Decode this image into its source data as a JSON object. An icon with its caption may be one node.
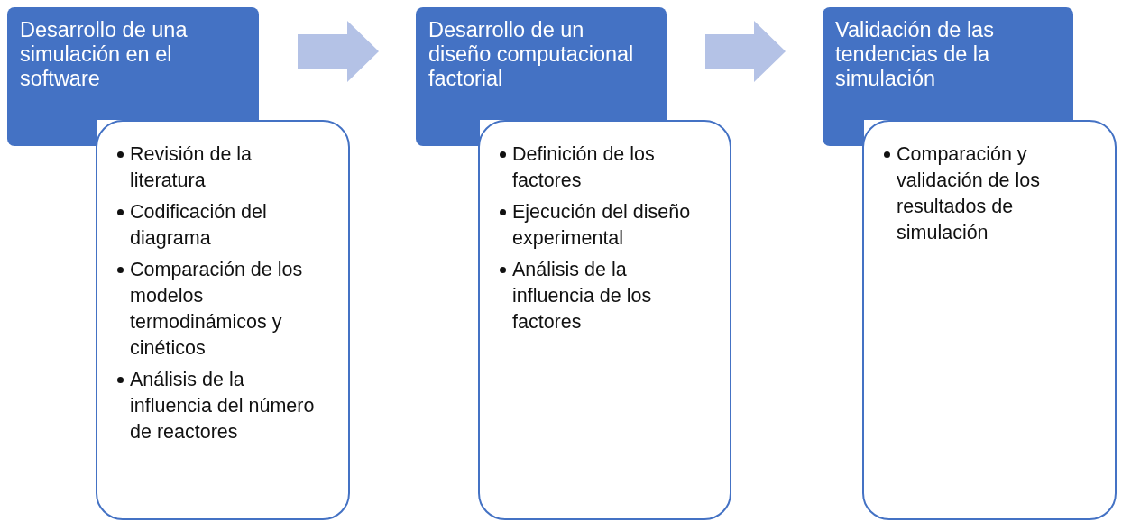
{
  "diagram": {
    "nodes": [
      {
        "text": [
          "Desarrollo de una simulación en el software"
        ]
      },
      {
        "text": [
          "Revisión de la literatura",
          "Codificación del diagrama",
          "Comparación de los modelos termodinámicos y cinéticos",
          "Análisis de la influencia del número de reactores"
        ]
      },
      {
        "text": [
          "Desarrollo de un diseño computacional factorial"
        ]
      },
      {
        "text": [
          "Definición de los factores",
          "Ejecución del diseño experimental",
          "Análisis de la influencia de los factores"
        ]
      },
      {
        "text": [
          "Validación de las tendencias de la simulación"
        ]
      },
      {
        "text": [
          "Comparación y validación de los resultados de simulación"
        ]
      }
    ],
    "edges": [
      {
        "from": 0,
        "to": 2,
        "arrow": "to"
      },
      {
        "from": 2,
        "to": 4,
        "arrow": "to"
      }
    ]
  }
}
